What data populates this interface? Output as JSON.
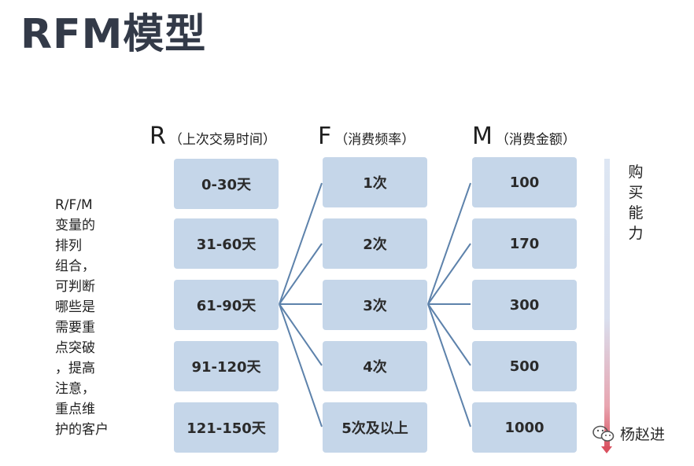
{
  "title": "RFM模型",
  "columns": [
    {
      "letter": "R",
      "subtitle": "（上次交易时间）",
      "items": [
        "0-30天",
        "31-60天",
        "61-90天",
        "91-120天",
        "121-150天"
      ]
    },
    {
      "letter": "F",
      "subtitle": "（消费频率）",
      "items": [
        "1次",
        "2次",
        "3次",
        "4次",
        "5次及以上"
      ]
    },
    {
      "letter": "M",
      "subtitle": "（消费金额）",
      "items": [
        "100",
        "170",
        "300",
        "500",
        "1000"
      ]
    }
  ],
  "left_note": "R/F/M\n变量的\n排列\n组合，\n可判断\n哪些是\n需要重\n点突破\n，提高\n注意，\n重点维\n护的客户",
  "side_label": "购买能力",
  "watermark": "杨赵进",
  "colors": {
    "box": "#c5d6e9",
    "line": "#5d82ab",
    "title": "#333a48",
    "arrow_end": "#d9505f"
  },
  "icons": {
    "watermark": "wechat-icon"
  }
}
